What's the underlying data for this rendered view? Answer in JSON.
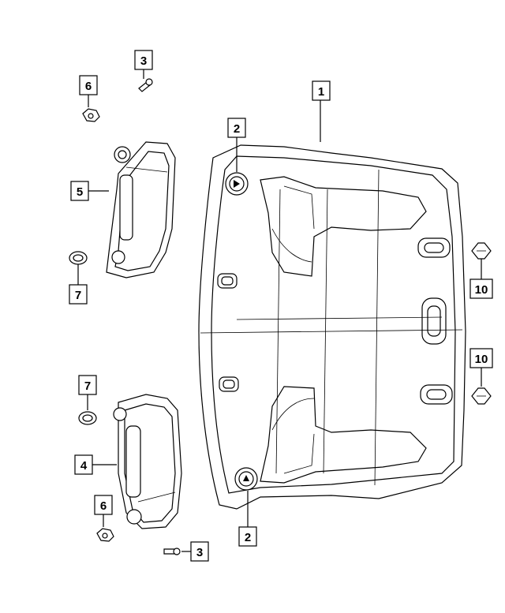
{
  "diagram": {
    "callouts": {
      "c1": "1",
      "c2_top": "2",
      "c2_bottom": "2",
      "c3_top": "3",
      "c3_bottom": "3",
      "c4": "4",
      "c5": "5",
      "c6_top": "6",
      "c6_bottom": "6",
      "c7_top": "7",
      "c7_bottom": "7",
      "c10_top": "10",
      "c10_bottom": "10"
    }
  }
}
